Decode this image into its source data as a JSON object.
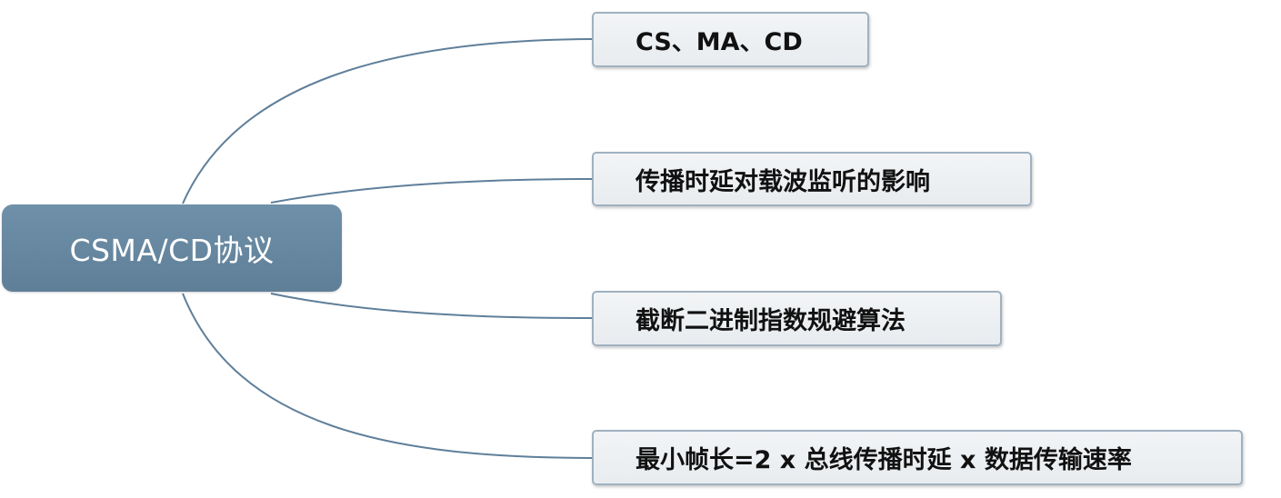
{
  "mindmap": {
    "root": {
      "label": "CSMA/CD协议"
    },
    "branches": [
      {
        "label": "CS、MA、CD"
      },
      {
        "label": "传播时延对载波监听的影响"
      },
      {
        "label": "截断二进制指数规避算法"
      },
      {
        "label": "最小帧长=2 x 总线传播时延 x 数据传输速率"
      }
    ]
  },
  "colors": {
    "root_fill": "#6a8aa3",
    "connector": "#5f7f9a",
    "node_fill": "#eef1f4",
    "node_border": "#9fb1c0",
    "node_text": "#111111",
    "root_text": "#ffffff"
  }
}
